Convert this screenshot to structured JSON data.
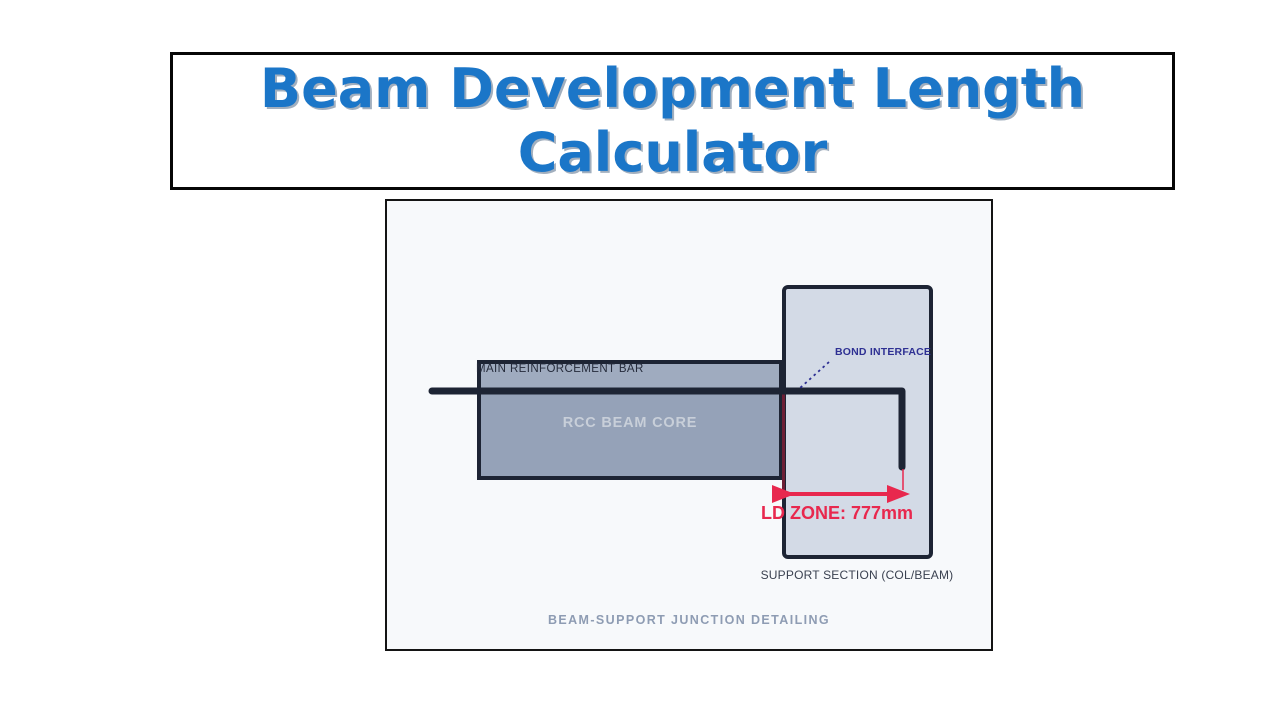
{
  "slide": {
    "title": {
      "line1": "Beam Development Length",
      "line2": "Calculator"
    }
  },
  "diagram": {
    "main_bar_label": "MAIN REINFORCEMENT BAR",
    "beam_core_label": "RCC BEAM CORE",
    "bond_interface_label": "BOND INTERFACE",
    "ld_zone_label": "LD ZONE: 777mm",
    "ld_value_mm": 777,
    "support_label": "SUPPORT SECTION (COL/BEAM)",
    "caption": "BEAM-SUPPORT JUNCTION DETAILING",
    "colors": {
      "title_blue": "#1b76c8",
      "panel_bg": "#f7f9fb",
      "support_fill": "#d3dae6",
      "beam_fill": "#95a2b8",
      "bar_dark": "#1d2434",
      "dimension_red": "#e8284e",
      "bond_label_navy": "#2e3093",
      "caption_gray": "#8e9cb3"
    }
  }
}
